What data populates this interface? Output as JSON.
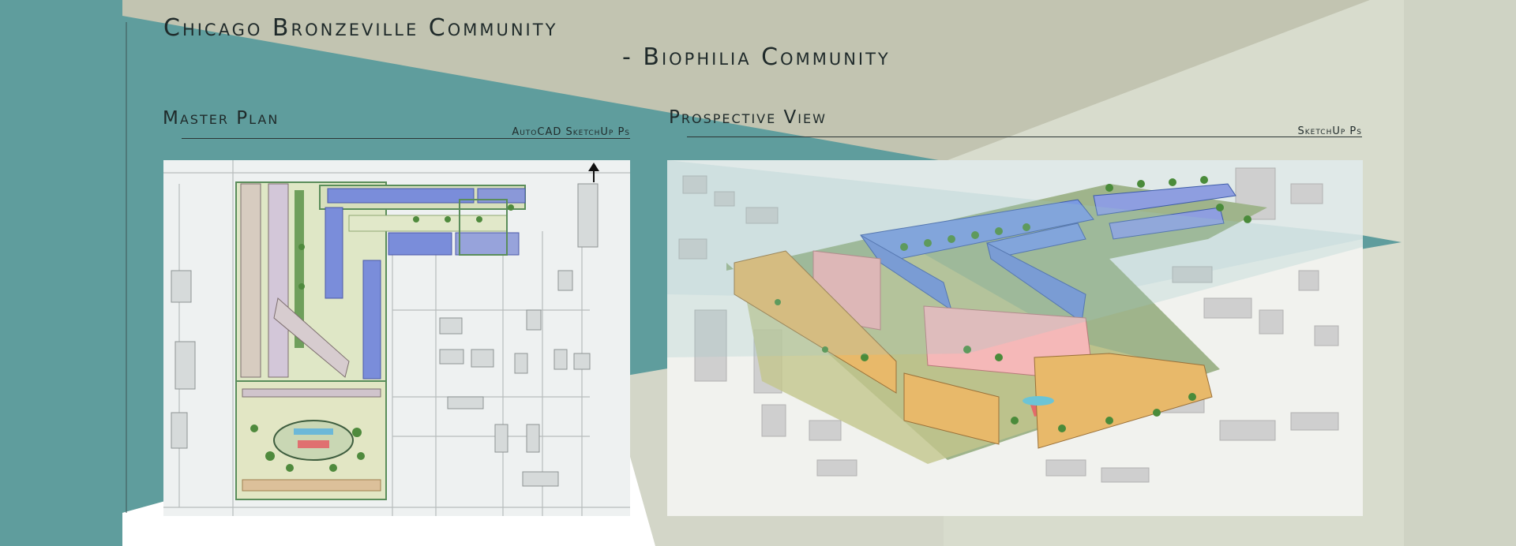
{
  "title_line_1": "Chicago Bronzeville Community",
  "title_line_2": "- Biophilia Community",
  "master_plan": {
    "title": "Master Plan",
    "tools": "AutoCAD SketchUp Ps"
  },
  "prospective_view": {
    "title": "Prospective View",
    "tools": "SketchUp Ps"
  },
  "colors": {
    "teal": "#5f9d9d",
    "khaki": "#c2c4b1",
    "light_green": "#d8dccd",
    "panel_bg": "#f1f2ee"
  }
}
